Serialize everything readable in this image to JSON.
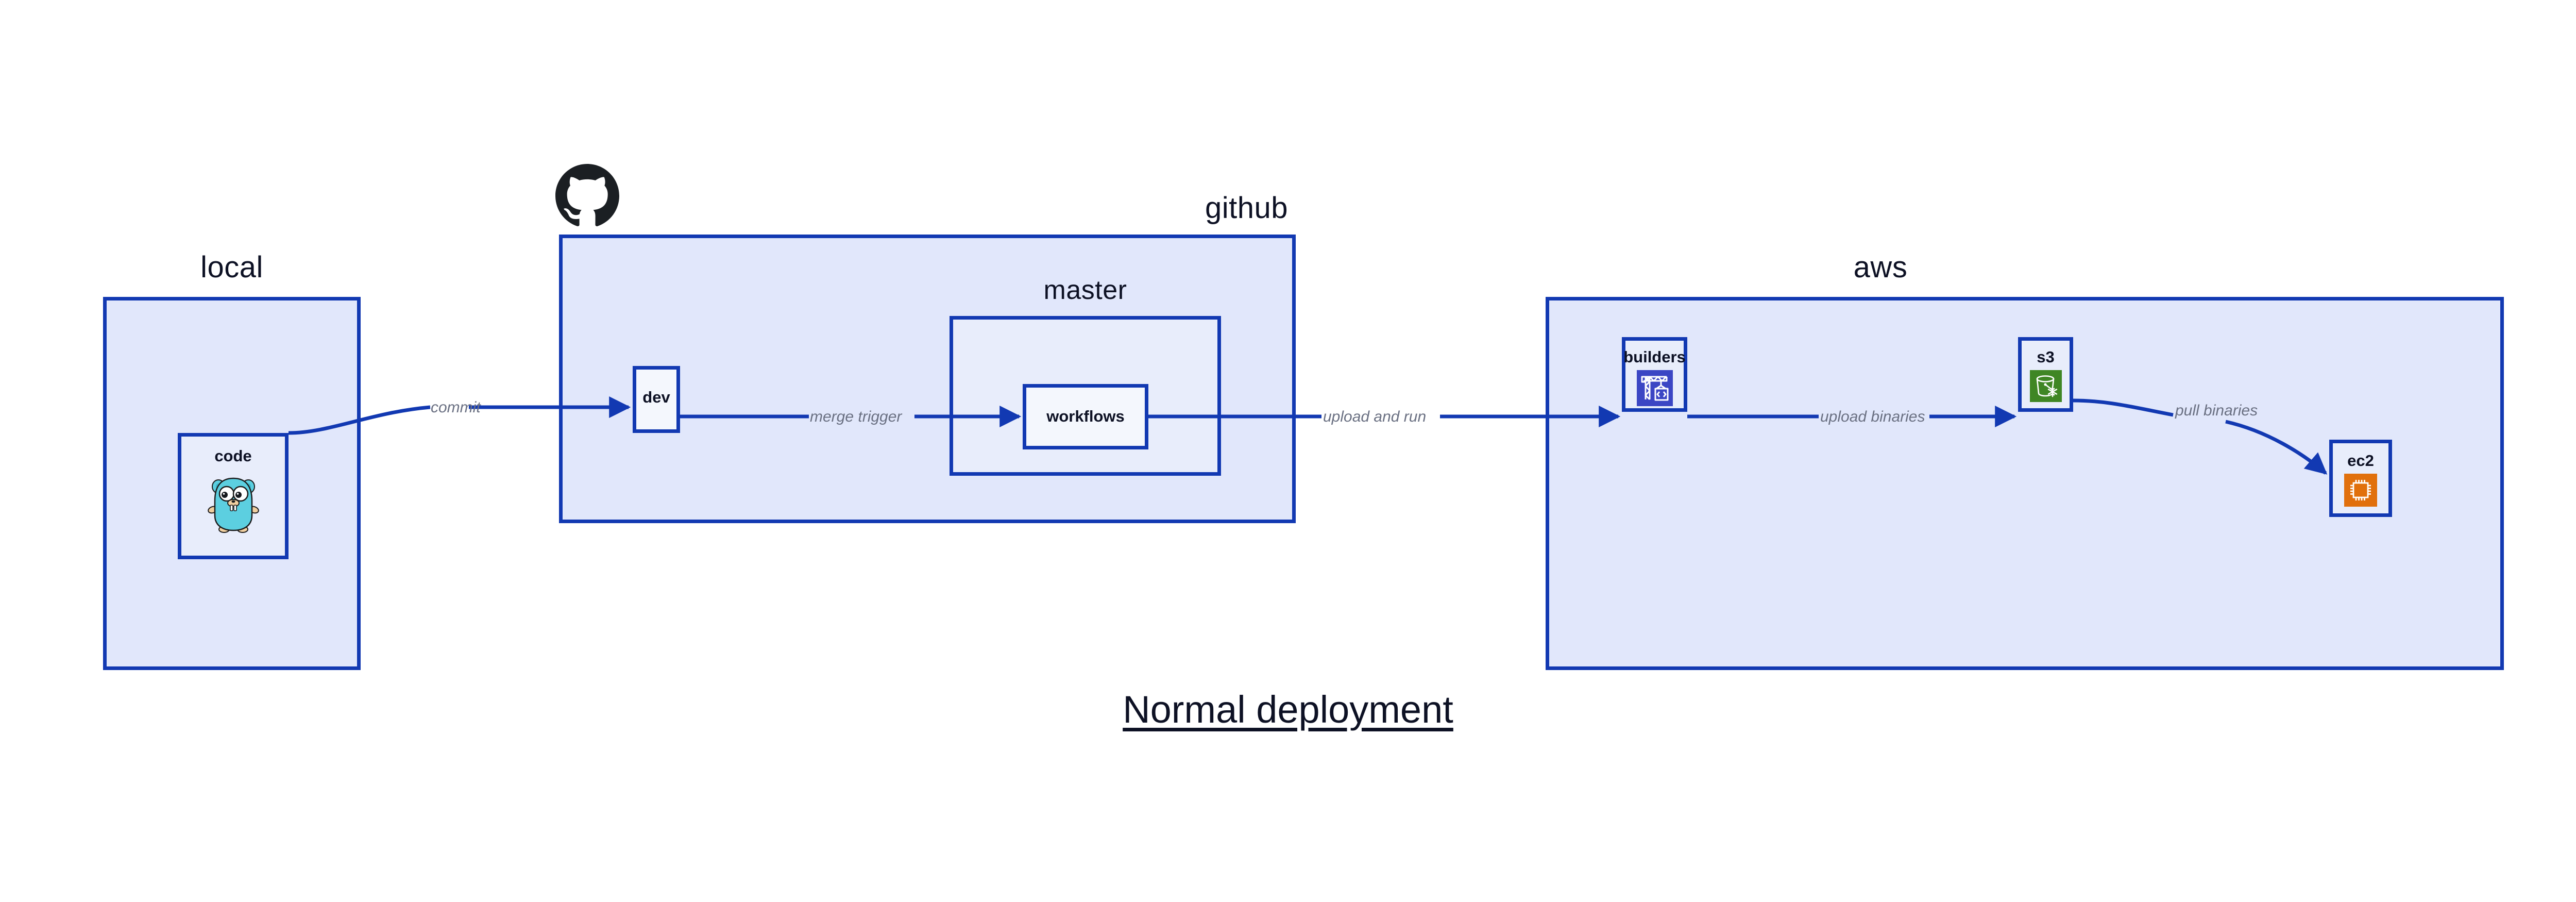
{
  "diagram": {
    "title": "Normal deployment",
    "background": "#ffffff",
    "accent_border": "#1239b2",
    "group_fill": "#e1e7fb",
    "node_fill": "#e8edfb",
    "node_fill_light": "#f4f7fd",
    "label_color": "#0d1124",
    "edge_label_color": "#6a7082"
  },
  "groups": [
    {
      "id": "local",
      "label": "local"
    },
    {
      "id": "github",
      "label": "github"
    },
    {
      "id": "master",
      "label": "master"
    },
    {
      "id": "aws",
      "label": "aws"
    }
  ],
  "nodes": [
    {
      "id": "code",
      "label": "code",
      "icon": "go-gopher-icon",
      "icon_color": "#5ccfe0"
    },
    {
      "id": "dev",
      "label": "dev",
      "icon": "none",
      "icon_color": ""
    },
    {
      "id": "workflows",
      "label": "workflows",
      "icon": "none",
      "icon_color": ""
    },
    {
      "id": "builders",
      "label": "builders",
      "icon": "aws-codebuild-icon",
      "icon_color": "#3b46c4"
    },
    {
      "id": "s3",
      "label": "s3",
      "icon": "aws-s3-glacier-icon",
      "icon_color": "#3f8624"
    },
    {
      "id": "ec2",
      "label": "ec2",
      "icon": "aws-ec2-icon",
      "icon_color": "#e1700c"
    }
  ],
  "logos": [
    {
      "id": "github-mark",
      "name": "github-octocat-logo",
      "color": "#1b1f23"
    }
  ],
  "edges": [
    {
      "id": "commit",
      "label": "commit",
      "from": "code",
      "to": "dev"
    },
    {
      "id": "merge-trigger",
      "label": "merge trigger",
      "from": "dev",
      "to": "workflows"
    },
    {
      "id": "upload-and-run",
      "label": "upload and run",
      "from": "workflows",
      "to": "builders"
    },
    {
      "id": "upload-binaries",
      "label": "upload binaries",
      "from": "builders",
      "to": "s3"
    },
    {
      "id": "pull-binaries",
      "label": "pull binaries",
      "from": "s3",
      "to": "ec2"
    }
  ]
}
